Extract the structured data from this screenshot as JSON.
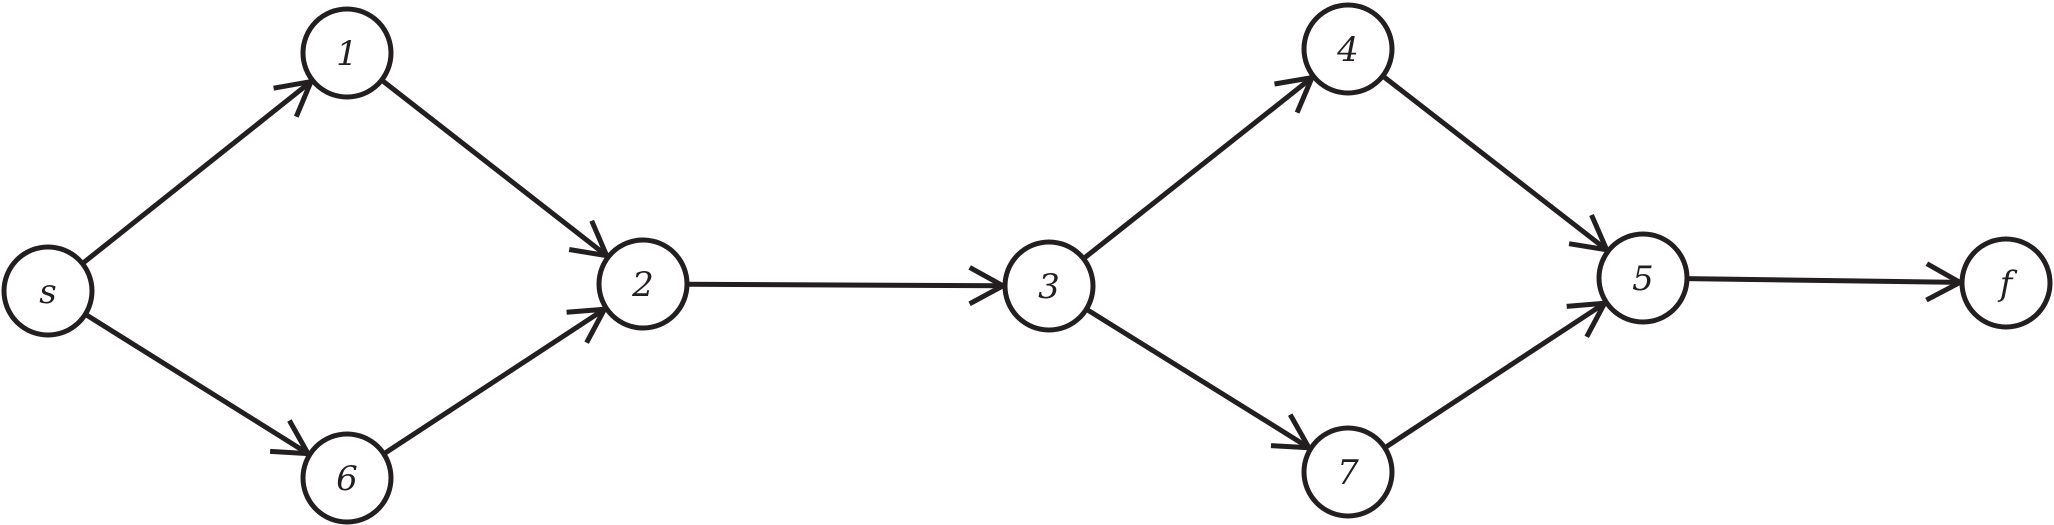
{
  "diagram": {
    "type": "directed-graph",
    "colors": {
      "stroke": "#231f20",
      "node_fill": "#ffffff",
      "background": "#ffffff"
    },
    "nodes": [
      {
        "id": "s",
        "label": "s"
      },
      {
        "id": "1",
        "label": "1"
      },
      {
        "id": "6",
        "label": "6"
      },
      {
        "id": "2",
        "label": "2"
      },
      {
        "id": "3",
        "label": "3"
      },
      {
        "id": "4",
        "label": "4"
      },
      {
        "id": "7",
        "label": "7"
      },
      {
        "id": "5",
        "label": "5"
      },
      {
        "id": "f",
        "label": "f"
      }
    ],
    "edges": [
      {
        "from": "s",
        "to": "1"
      },
      {
        "from": "s",
        "to": "6"
      },
      {
        "from": "1",
        "to": "2"
      },
      {
        "from": "6",
        "to": "2"
      },
      {
        "from": "2",
        "to": "3"
      },
      {
        "from": "3",
        "to": "4"
      },
      {
        "from": "3",
        "to": "7"
      },
      {
        "from": "4",
        "to": "5"
      },
      {
        "from": "7",
        "to": "5"
      },
      {
        "from": "5",
        "to": "f"
      }
    ]
  }
}
